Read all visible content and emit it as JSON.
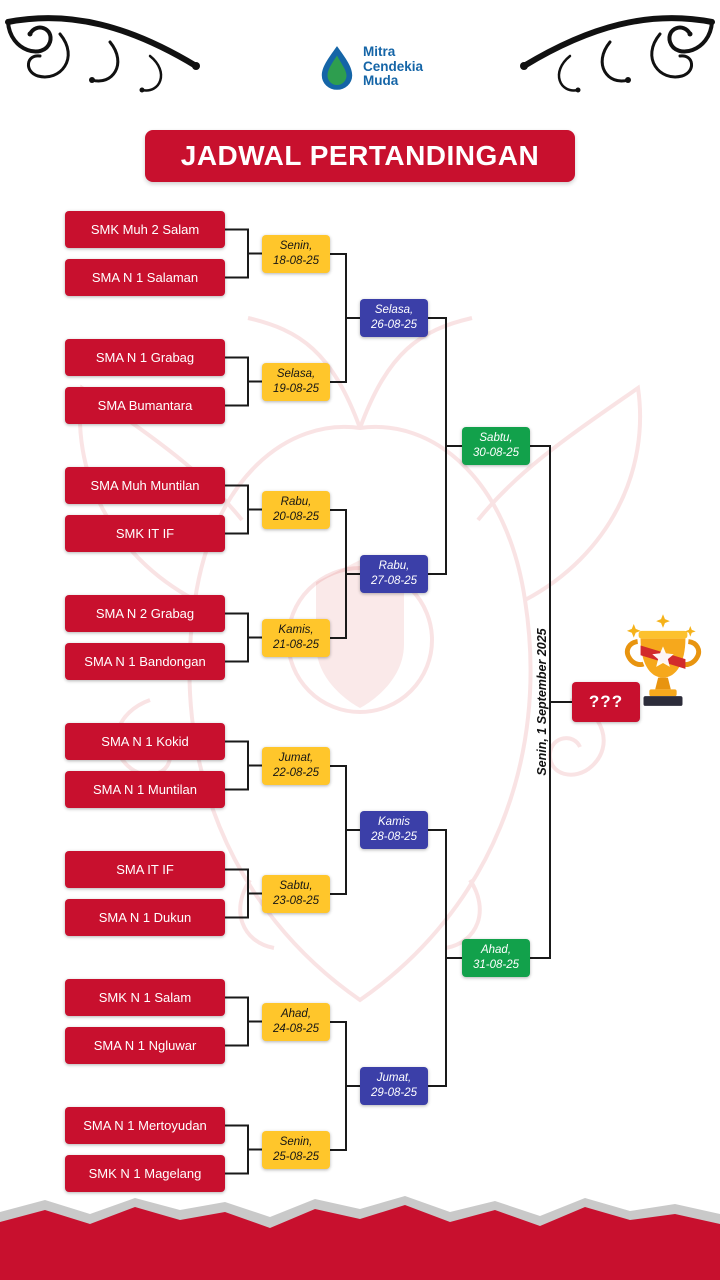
{
  "logo": {
    "name_lines": [
      "Mitra",
      "Cendekia",
      "Muda"
    ]
  },
  "title": "JADWAL PERTANDINGAN",
  "teams": [
    "SMK Muh 2 Salam",
    "SMA N 1 Salaman",
    "SMA N 1 Grabag",
    "SMA Bumantara",
    "SMA Muh Muntilan",
    "SMK IT IF",
    "SMA N 2 Grabag",
    "SMA N 1 Bandongan",
    "SMA N 1 Kokid",
    "SMA N 1 Muntilan",
    "SMA IT IF",
    "SMA N 1 Dukun",
    "SMK N 1 Salam",
    "SMA N 1 Ngluwar",
    "SMA N 1 Mertoyudan",
    "SMK N 1 Magelang"
  ],
  "rounds": {
    "r1_dates": [
      {
        "day": "Senin,",
        "date": "18-08-25"
      },
      {
        "day": "Selasa,",
        "date": "19-08-25"
      },
      {
        "day": "Rabu,",
        "date": "20-08-25"
      },
      {
        "day": "Kamis,",
        "date": "21-08-25"
      },
      {
        "day": "Jumat,",
        "date": "22-08-25"
      },
      {
        "day": "Sabtu,",
        "date": "23-08-25"
      },
      {
        "day": "Ahad,",
        "date": "24-08-25"
      },
      {
        "day": "Senin,",
        "date": "25-08-25"
      }
    ],
    "r2_dates": [
      {
        "day": "Selasa,",
        "date": "26-08-25"
      },
      {
        "day": "Rabu,",
        "date": "27-08-25"
      },
      {
        "day": "Kamis",
        "date": "28-08-25"
      },
      {
        "day": "Jumat,",
        "date": "29-08-25"
      }
    ],
    "r3_dates": [
      {
        "day": "Sabtu,",
        "date": "30-08-25"
      },
      {
        "day": "Ahad,",
        "date": "31-08-25"
      }
    ]
  },
  "final": {
    "label": "???",
    "date": "Senin, 1 September 2025"
  },
  "icons": {
    "trophy": "trophy-icon",
    "logo": "droplet-logo-icon",
    "flourish": "corner-flourish-icon",
    "watermark": "garuda-watermark"
  },
  "colors": {
    "red": "#C8102E",
    "yellow": "#FFC62B",
    "blue": "#3B3FA8",
    "green": "#12A14B",
    "logo_blue": "#1565a7",
    "logo_green": "#2e9e4f"
  }
}
